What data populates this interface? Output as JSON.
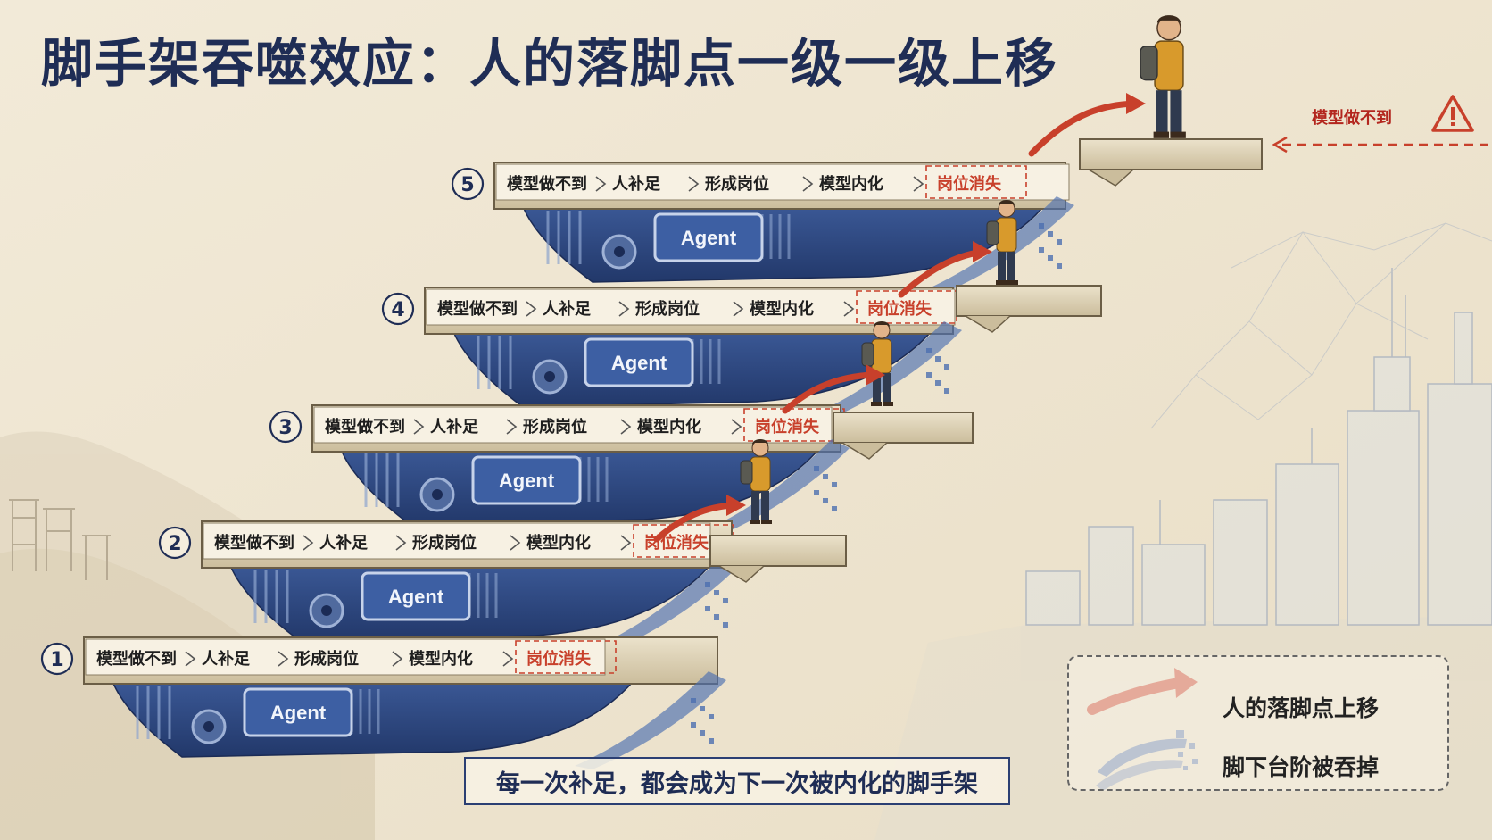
{
  "title": "脚手架吞噬效应：人的落脚点一级一级上移",
  "banner": "每一次补足，都会成为下一次被内化的脚手架",
  "top_warning": "模型做不到",
  "agent_label": "Agent",
  "steps": [
    {
      "num": "①",
      "chain": [
        "模型做不到",
        "人补足",
        "形成岗位",
        "模型内化"
      ],
      "final": "岗位消失"
    },
    {
      "num": "②",
      "chain": [
        "模型做不到",
        "人补足",
        "形成岗位",
        "模型内化"
      ],
      "final": "岗位消失"
    },
    {
      "num": "③",
      "chain": [
        "模型做不到",
        "人补足",
        "形成岗位",
        "模型内化"
      ],
      "final": "岗位消失"
    },
    {
      "num": "④",
      "chain": [
        "模型做不到",
        "人补足",
        "形成岗位",
        "模型内化"
      ],
      "final": "岗位消失"
    },
    {
      "num": "⑤",
      "chain": [
        "模型做不到",
        "人补足",
        "形成岗位",
        "模型内化"
      ],
      "final": "岗位消失"
    }
  ],
  "legend": {
    "arrow_label": "人的落脚点上移",
    "erosion_label": "脚下台阶被吞掉"
  },
  "colors": {
    "title": "#1f2d55",
    "accent_red": "#c8402b",
    "erosion_blue": "#4c6fb0",
    "agent_blue": "#2f4d8c",
    "stone": "#d9cfb5",
    "person_jacket": "#d89a2c"
  }
}
